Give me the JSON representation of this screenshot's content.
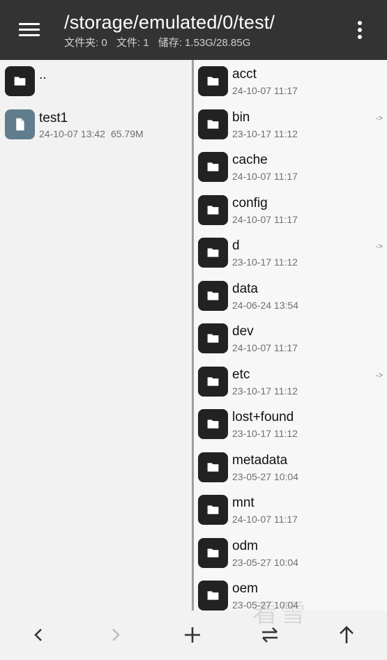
{
  "header": {
    "menu_icon": "hamburger-menu-icon",
    "path": "/storage/emulated/0/test/",
    "folders_label": "文件夹: 0",
    "files_label": "文件: 1",
    "storage_label": "储存: 1.53G/28.85G",
    "overflow_icon": "more-vert-icon"
  },
  "left_pane": {
    "items": [
      {
        "name": "..",
        "type": "folder",
        "meta": "",
        "size": ""
      },
      {
        "name": "test1",
        "type": "file",
        "meta": "24-10-07 13:42",
        "size": "65.79M"
      }
    ]
  },
  "right_pane": {
    "items": [
      {
        "name": "acct",
        "meta": "24-10-07 11:17",
        "symlink": ""
      },
      {
        "name": "bin",
        "meta": "23-10-17 11:12",
        "symlink": "->"
      },
      {
        "name": "cache",
        "meta": "24-10-07 11:17",
        "symlink": ""
      },
      {
        "name": "config",
        "meta": "24-10-07 11:17",
        "symlink": ""
      },
      {
        "name": "d",
        "meta": "23-10-17 11:12",
        "symlink": "->"
      },
      {
        "name": "data",
        "meta": "24-06-24 13:54",
        "symlink": ""
      },
      {
        "name": "dev",
        "meta": "24-10-07 11:17",
        "symlink": ""
      },
      {
        "name": "etc",
        "meta": "23-10-17 11:12",
        "symlink": "->"
      },
      {
        "name": "lost+found",
        "meta": "23-10-17 11:12",
        "symlink": ""
      },
      {
        "name": "metadata",
        "meta": "23-05-27 10:04",
        "symlink": ""
      },
      {
        "name": "mnt",
        "meta": "24-10-07 11:17",
        "symlink": ""
      },
      {
        "name": "odm",
        "meta": "23-05-27 10:04",
        "symlink": ""
      },
      {
        "name": "oem",
        "meta": "23-05-27 10:04",
        "symlink": ""
      }
    ]
  },
  "bottom_bar": {
    "buttons": [
      {
        "icon": "chevron-left-icon",
        "enabled": true
      },
      {
        "icon": "chevron-right-icon",
        "enabled": false
      },
      {
        "icon": "plus-icon",
        "enabled": true
      },
      {
        "icon": "swap-icon",
        "enabled": true
      },
      {
        "icon": "arrow-up-icon",
        "enabled": true
      }
    ]
  },
  "watermark": {
    "text": "看雪"
  },
  "colors": {
    "appbar": "#333333",
    "folder_icon_bg": "#222222",
    "file_icon_bg": "#5f7d8c",
    "divider": "#9e9e9e"
  }
}
